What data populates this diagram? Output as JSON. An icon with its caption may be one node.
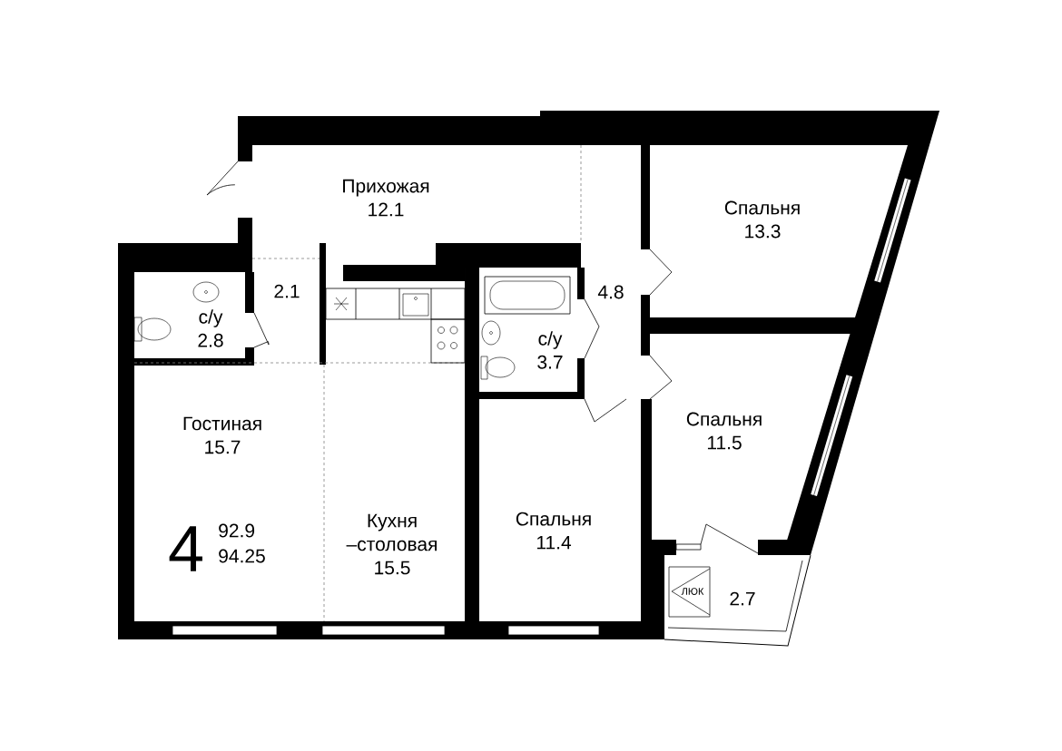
{
  "diagram": {
    "nodes": [
      {
        "text": [
          "Прихожая",
          "12.1"
        ]
      },
      {
        "text": [
          "Спальня",
          "13.3"
        ]
      },
      {
        "text": [
          "2.1"
        ]
      },
      {
        "text": [
          "с/у",
          "2.8"
        ]
      },
      {
        "text": [
          "4.8"
        ]
      },
      {
        "text": [
          "с/у",
          "3.7"
        ]
      },
      {
        "text": [
          "Гостиная",
          "15.7"
        ]
      },
      {
        "text": [
          "Спальня",
          "11.5"
        ]
      },
      {
        "text": [
          "Кухня –столовая",
          "15.5"
        ]
      },
      {
        "text": [
          "Спальня",
          "11.4"
        ]
      },
      {
        "text": [
          "2.7"
        ]
      }
    ],
    "labels": [
      "4",
      "92.9",
      "94.25",
      "ЛЮК"
    ]
  }
}
